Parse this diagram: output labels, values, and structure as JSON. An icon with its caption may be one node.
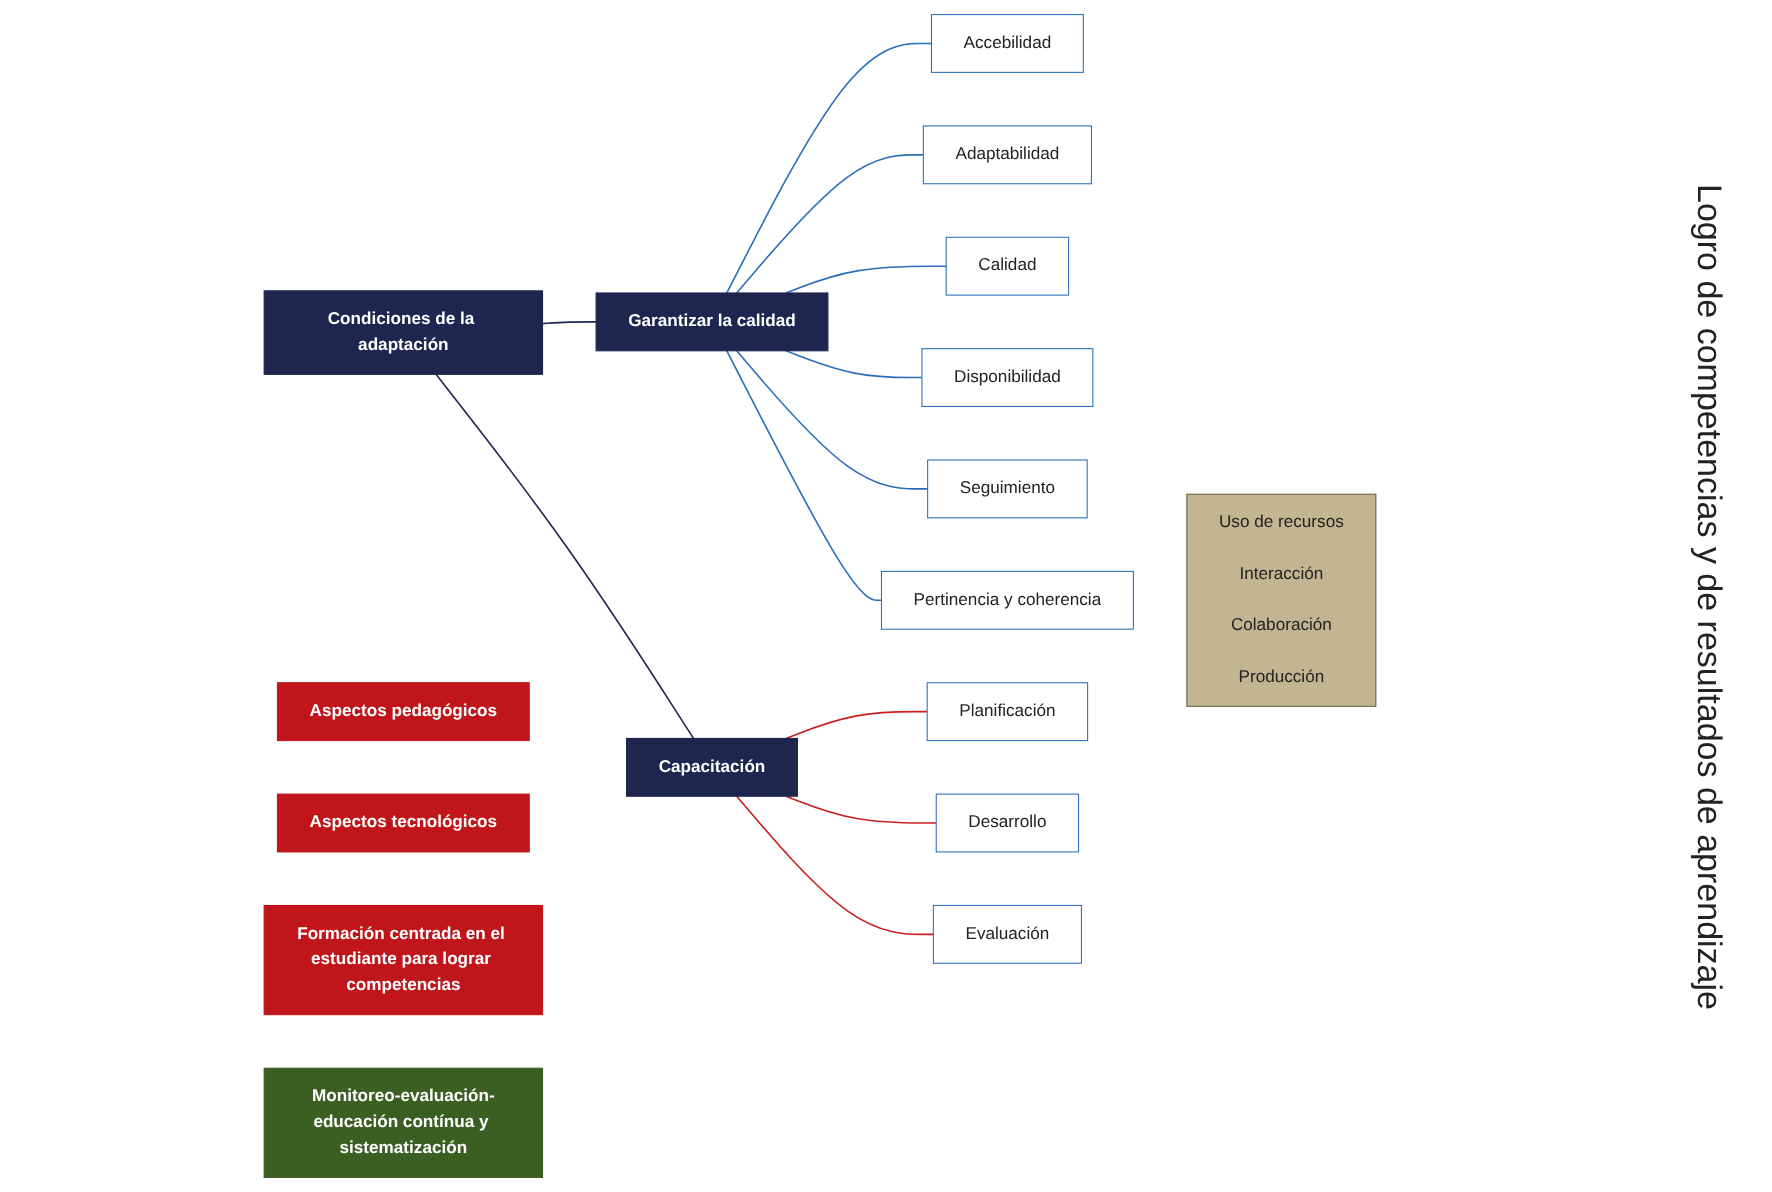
{
  "diagram": {
    "nodes": [
      {
        "text": [
          "Condiciones de la adaptación"
        ]
      },
      {
        "text": [
          "Garantizar la calidad"
        ]
      },
      {
        "text": [
          "Capacitación"
        ]
      },
      {
        "text": [
          "Aspectos pedagógicos"
        ]
      },
      {
        "text": [
          "Aspectos tecnológicos"
        ]
      },
      {
        "text": [
          "Accebilidad"
        ]
      },
      {
        "text": [
          "Adaptabilidad"
        ]
      },
      {
        "text": [
          "Calidad"
        ]
      },
      {
        "text": [
          "Disponibilidad"
        ]
      },
      {
        "text": [
          "Seguimiento"
        ]
      },
      {
        "text": [
          "Pertinencia y coherencia"
        ]
      },
      {
        "text": [
          "Planificación"
        ]
      },
      {
        "text": [
          "Desarrollo"
        ]
      },
      {
        "text": [
          "Evaluación"
        ]
      },
      {
        "text": [
          "Uso de recursos",
          "Interacción",
          "Colaboración",
          "Producción"
        ]
      },
      {
        "text": [
          "Formación centrada en el estudiante para lograr competencias"
        ]
      },
      {
        "text": [
          "Monitoreo-evaluación-educación contínua y sistematización"
        ]
      }
    ],
    "edges": [
      {
        "from": 0,
        "to": 1,
        "arrow": "none",
        "color": "#1e2650"
      },
      {
        "from": 0,
        "to": 2,
        "arrow": "none",
        "color": "#1e2650"
      },
      {
        "from": 1,
        "to": 5,
        "arrow": "none"
      },
      {
        "from": 1,
        "to": 6,
        "arrow": "none"
      },
      {
        "from": 1,
        "to": 7,
        "arrow": "none"
      },
      {
        "from": 1,
        "to": 8,
        "arrow": "none"
      },
      {
        "from": 1,
        "to": 9,
        "arrow": "none"
      },
      {
        "from": 1,
        "to": 10,
        "arrow": "none"
      },
      {
        "from": 2,
        "to": 11,
        "arrow": "none",
        "color": "#cc1f1f"
      },
      {
        "from": 2,
        "to": 12,
        "arrow": "none",
        "color": "#cc1f1f"
      },
      {
        "from": 2,
        "to": 13,
        "arrow": "none",
        "color": "#cc1f1f"
      }
    ],
    "labels": [
      "Logro de competencias y de resultados de aprendizaje"
    ]
  }
}
